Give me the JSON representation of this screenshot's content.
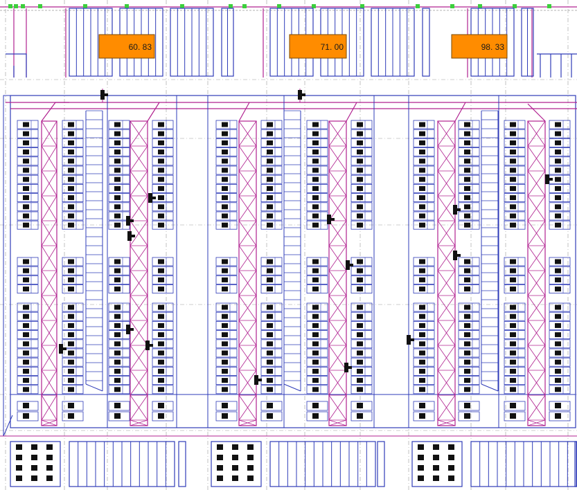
{
  "colors": {
    "background": "#ffffff",
    "rack_outline": "#2e3bb8",
    "aisle_magenta": "#b0208f",
    "grid_gray": "#9a9a9a",
    "label_fill": "#ff8c00",
    "label_border": "#7a4a00",
    "pallet": "#111111",
    "header_green": "#3ccf3c",
    "device": "#111111"
  },
  "labels": [
    {
      "id": "zone-1",
      "text": "60. 83"
    },
    {
      "id": "zone-2",
      "text": "71. 00"
    },
    {
      "id": "zone-3",
      "text": "98. 33"
    }
  ],
  "zones": [
    {
      "id": "zone-1"
    },
    {
      "id": "zone-2"
    },
    {
      "id": "zone-3"
    }
  ]
}
